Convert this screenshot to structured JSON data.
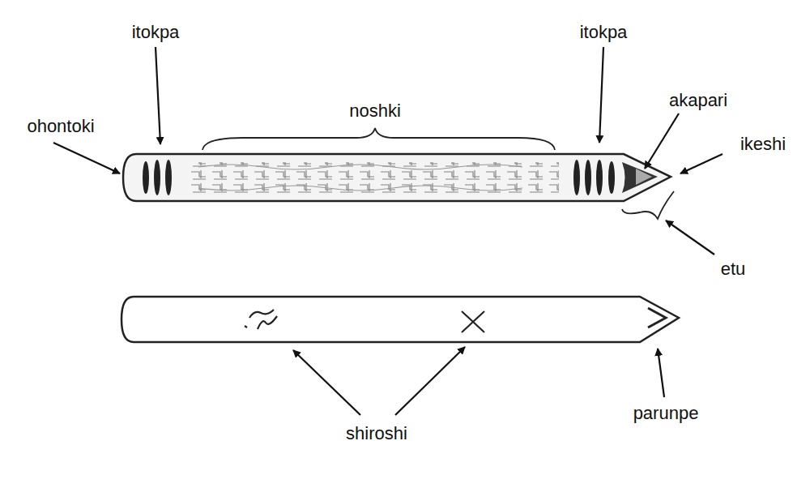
{
  "diagram": {
    "labels": [
      "itokpa",
      "itokpa",
      "noshki",
      "akapari",
      "ohontoki",
      "ikeshi",
      "etu",
      "shiroshi",
      "parunpe"
    ]
  }
}
